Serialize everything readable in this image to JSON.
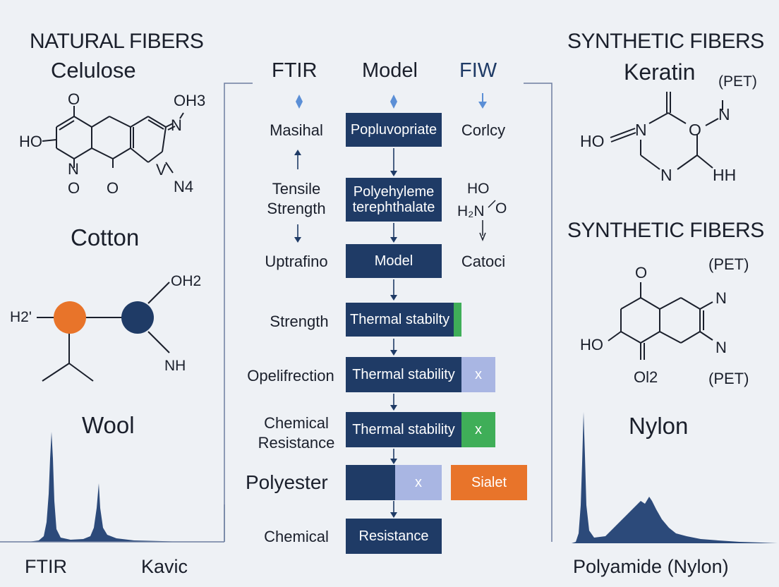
{
  "left": {
    "heading": "NATURAL FIBERS",
    "sub": "Celulose",
    "cotton": "Cotton",
    "wool": "Wool",
    "foot_left": "FTIR",
    "foot_right": "Kavic",
    "mol1": {
      "o_top": "O",
      "oh3": "OH3",
      "ho": "HO",
      "n_left": "N",
      "o_b1": "O",
      "o_b2": "O",
      "n_right": "N",
      "v": "V",
      "n4": "N4"
    },
    "mol2": {
      "h2": "H2'",
      "oh2": "OH2",
      "nh": "NH"
    }
  },
  "right": {
    "heading1": "SYNTHETIC FIBERS",
    "keratin": "Keratin",
    "pet_a": "(PET)",
    "heading2": "SYNTHETIC FIBERS",
    "pet_b": "(PET)",
    "pet_c": "(PET)",
    "nylon": "Nylon",
    "foot": "Polyamide (Nylon)",
    "mol1": {
      "ho": "HO",
      "n1": "N",
      "o": "O",
      "n_right": "N",
      "n_bottom": "N",
      "hh": "HH"
    },
    "mol2": {
      "o_top": "O",
      "n1": "N",
      "n2": "N",
      "ho": "HO",
      "ol2": "Ol2"
    }
  },
  "center": {
    "col_headers": [
      "FTIR",
      "Model",
      "FIW"
    ],
    "rows": [
      {
        "label": "Masihal",
        "box": "Popluvopriate",
        "right": "Corlcy"
      },
      {
        "label": "Tensile Strength",
        "box": "Polyehyleme terephthalate",
        "right_ho": "HO",
        "right_h2n": "H₂N",
        "right_o": "O"
      },
      {
        "label": "Uptrafino",
        "box": "Model",
        "right": "Catoci"
      },
      {
        "label": "Strength",
        "box": "Thermal stabilty"
      },
      {
        "label": "Opelifrection",
        "box": "Thermal stability",
        "chip": "x"
      },
      {
        "label": "Chemical Resistance",
        "box": "Thermal stability",
        "chip": "x"
      },
      {
        "label": "Polyester",
        "chip": "x",
        "side": "Sialet"
      },
      {
        "label": "Chemical",
        "box": "Resistance"
      }
    ]
  },
  "colors": {
    "navy": "#1f3b66",
    "orange": "#e8742a",
    "green": "#3fae58",
    "lavender": "#a9b6e3",
    "spectrum": "#2c4a7a",
    "arrow_blue": "#5b8fd6"
  }
}
